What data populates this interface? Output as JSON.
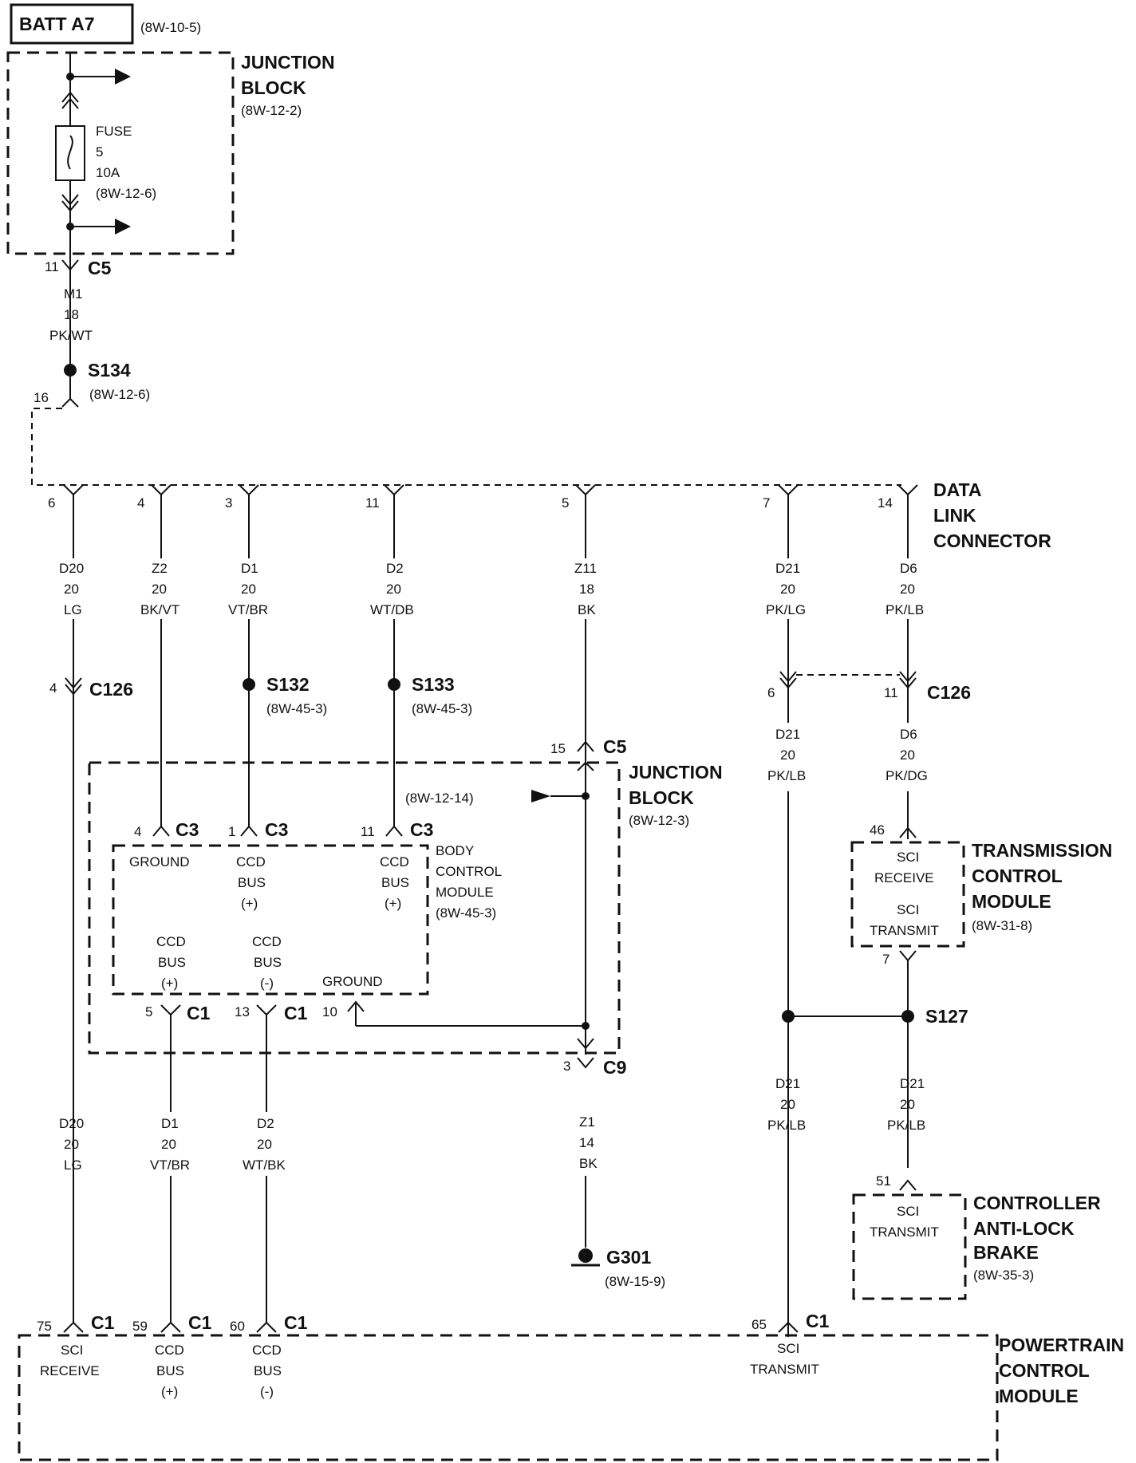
{
  "batt": {
    "label": "BATT A7",
    "ref": "(8W-10-5)"
  },
  "junction_block_top": {
    "title1": "JUNCTION",
    "title2": "BLOCK",
    "ref": "(8W-12-2)"
  },
  "fuse": {
    "l1": "FUSE",
    "l2": "5",
    "l3": "10A",
    "ref": "(8W-12-6)"
  },
  "c5_top": {
    "pin": "11",
    "name": "C5",
    "w1": "M1",
    "w2": "18",
    "w3": "PK/WT"
  },
  "s134": {
    "name": "S134",
    "pin": "16",
    "ref": "(8W-12-6)"
  },
  "dlc": {
    "l1": "DATA",
    "l2": "LINK",
    "l3": "CONNECTOR",
    "pins": [
      {
        "pin": "6",
        "w1": "D20",
        "w2": "20",
        "w3": "LG"
      },
      {
        "pin": "4",
        "w1": "Z2",
        "w2": "20",
        "w3": "BK/VT"
      },
      {
        "pin": "3",
        "w1": "D1",
        "w2": "20",
        "w3": "VT/BR"
      },
      {
        "pin": "11",
        "w1": "D2",
        "w2": "20",
        "w3": "WT/DB"
      },
      {
        "pin": "5",
        "w1": "Z11",
        "w2": "18",
        "w3": "BK"
      },
      {
        "pin": "7",
        "w1": "D21",
        "w2": "20",
        "w3": "PK/LG"
      },
      {
        "pin": "14",
        "w1": "D6",
        "w2": "20",
        "w3": "PK/LB"
      }
    ]
  },
  "c126_left": {
    "pin": "4",
    "name": "C126"
  },
  "s132": {
    "name": "S132",
    "ref": "(8W-45-3)"
  },
  "s133": {
    "name": "S133",
    "ref": "(8W-45-3)"
  },
  "c126_right": {
    "pin_a": "6",
    "pin_b": "11",
    "name": "C126",
    "wa1": "D21",
    "wa2": "20",
    "wa3": "PK/LB",
    "wb1": "D6",
    "wb2": "20",
    "wb3": "PK/DG"
  },
  "jb_mid": {
    "title1": "JUNCTION",
    "title2": "BLOCK",
    "ref": "(8W-12-3)",
    "ref2": "(8W-12-14)",
    "c5_pin": "15",
    "c5_name": "C5",
    "c9_pin": "3",
    "c9_name": "C9"
  },
  "bcm": {
    "l1": "BODY",
    "l2": "CONTROL",
    "l3": "MODULE",
    "ref": "(8W-45-3)",
    "c3a_pin": "4",
    "c3b_pin": "1",
    "c3c_pin": "11",
    "c3_name": "C3",
    "ground": "GROUND",
    "ccd": "CCD",
    "bus": "BUS",
    "plus": "(+)",
    "minus": "(-)",
    "c1a_pin": "5",
    "c1b_pin": "13",
    "c1c_pin": "10",
    "c1_name": "C1"
  },
  "tcm": {
    "l1": "TRANSMISSION",
    "l2": "CONTROL",
    "l3": "MODULE",
    "ref": "(8W-31-8)",
    "pin_in": "46",
    "pin_out": "7",
    "sci": "SCI",
    "receive": "RECEIVE",
    "transmit": "TRANSMIT"
  },
  "s127": {
    "name": "S127"
  },
  "lower_wires": {
    "a": {
      "w1": "D20",
      "w2": "20",
      "w3": "LG"
    },
    "b": {
      "w1": "D1",
      "w2": "20",
      "w3": "VT/BR"
    },
    "c": {
      "w1": "D2",
      "w2": "20",
      "w3": "WT/BK"
    },
    "d": {
      "w1": "Z1",
      "w2": "14",
      "w3": "BK"
    },
    "e": {
      "w1": "D21",
      "w2": "20",
      "w3": "PK/LB"
    },
    "f": {
      "w1": "D21",
      "w2": "20",
      "w3": "PK/LB"
    }
  },
  "g301": {
    "name": "G301",
    "ref": "(8W-15-9)"
  },
  "cab": {
    "l1": "CONTROLLER",
    "l2": "ANTI-LOCK",
    "l3": "BRAKE",
    "ref": "(8W-35-3)",
    "pin": "51",
    "sci": "SCI",
    "transmit": "TRANSMIT"
  },
  "pcm": {
    "l1": "POWERTRAIN",
    "l2": "CONTROL",
    "l3": "MODULE",
    "c1_name": "C1",
    "pins": [
      {
        "pin": "75",
        "t1": "SCI",
        "t2": "RECEIVE",
        "t3": ""
      },
      {
        "pin": "59",
        "t1": "CCD",
        "t2": "BUS",
        "t3": "(+)"
      },
      {
        "pin": "60",
        "t1": "CCD",
        "t2": "BUS",
        "t3": "(-)"
      },
      {
        "pin": "65",
        "t1": "SCI",
        "t2": "TRANSMIT",
        "t3": ""
      }
    ]
  }
}
